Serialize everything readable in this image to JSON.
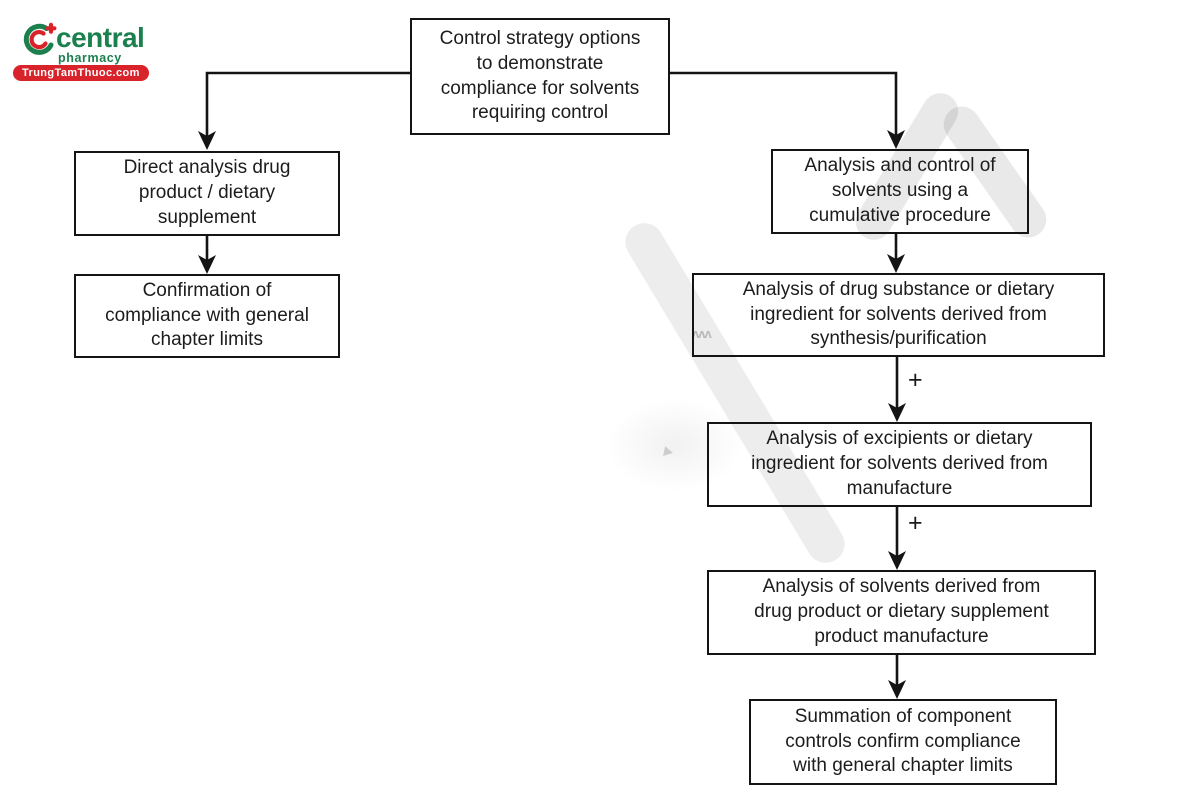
{
  "logo": {
    "brand": "central",
    "sub": "pharmacy",
    "site": "TrungTamThuoc.com",
    "colors": {
      "green": "#1b7f4e",
      "red": "#d8232a"
    }
  },
  "flowchart": {
    "root": {
      "label": "Control strategy options\nto demonstrate\ncompliance for solvents\nrequiring control"
    },
    "left_branch": [
      {
        "label": "Direct analysis drug\nproduct / dietary\nsupplement"
      },
      {
        "label": "Confirmation of\ncompliance with general\nchapter limits"
      }
    ],
    "right_branch": [
      {
        "label": "Analysis and control of\nsolvents using a\ncumulative procedure"
      },
      {
        "label": "Analysis of drug substance or dietary\ningredient for solvents derived from\nsynthesis/purification"
      },
      {
        "label": "Analysis of excipients or dietary\ningredient for solvents derived from\nmanufacture"
      },
      {
        "label": "Analysis of solvents derived from\ndrug product or dietary supplement\nproduct manufacture"
      },
      {
        "label": "Summation of component\ncontrols confirm compliance\nwith general chapter limits"
      }
    ],
    "operators": {
      "plus_1": "+",
      "plus_2": "+"
    }
  },
  "artifacts": {
    "squiggle": "ʌʌʌ"
  }
}
